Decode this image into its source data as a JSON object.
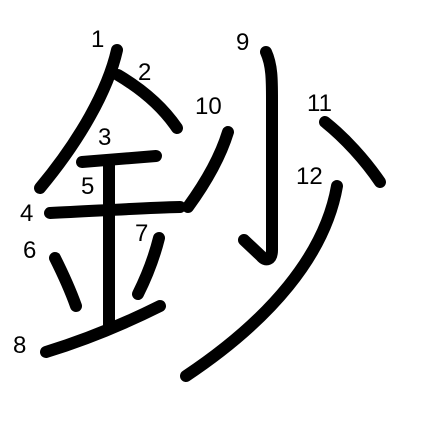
{
  "character": {
    "strokes": [
      {
        "number": "1"
      },
      {
        "number": "2"
      },
      {
        "number": "3"
      },
      {
        "number": "4"
      },
      {
        "number": "5"
      },
      {
        "number": "6"
      },
      {
        "number": "7"
      },
      {
        "number": "8"
      },
      {
        "number": "9"
      },
      {
        "number": "10"
      },
      {
        "number": "11"
      },
      {
        "number": "12"
      }
    ]
  },
  "colors": {
    "stroke": "#000000",
    "background": "#ffffff"
  }
}
